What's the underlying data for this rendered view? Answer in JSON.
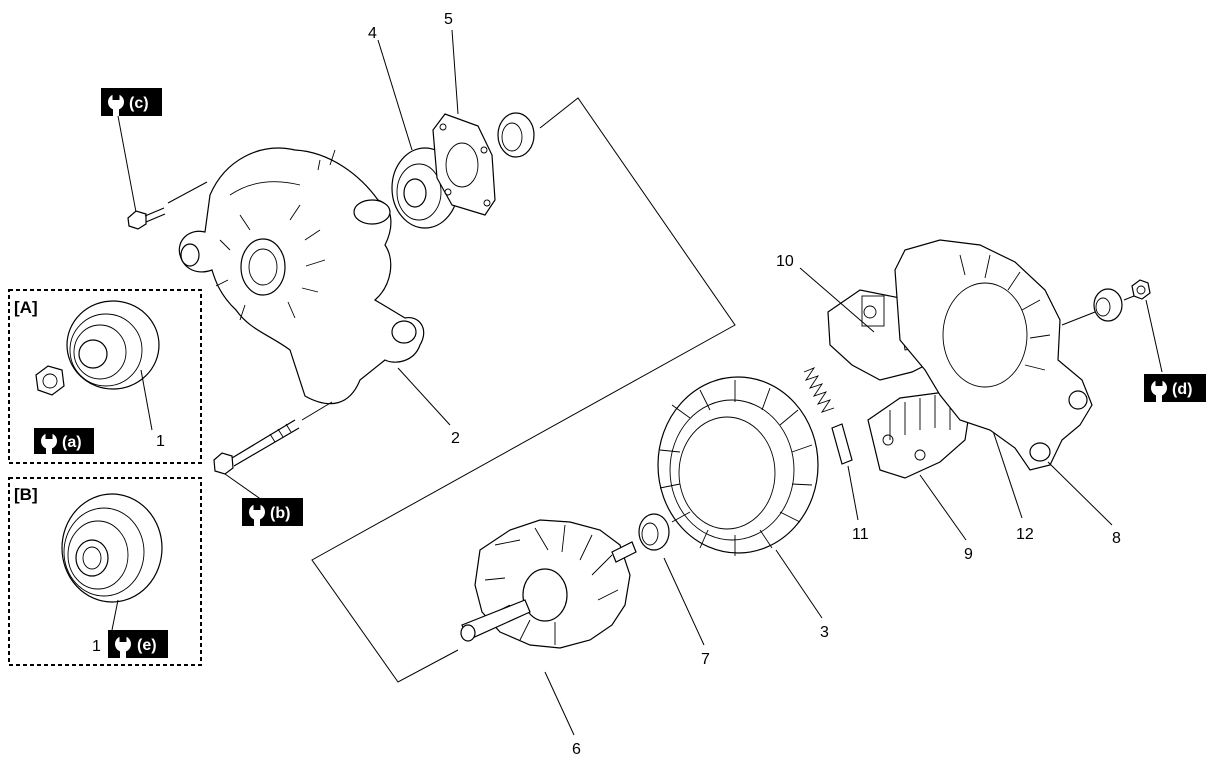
{
  "callouts": {
    "p1a": "1",
    "p1b": "1",
    "p2": "2",
    "p3": "3",
    "p4": "4",
    "p5": "5",
    "p6": "6",
    "p7": "7",
    "p8": "8",
    "p9": "9",
    "p10": "10",
    "p11": "11",
    "p12": "12"
  },
  "groups": {
    "a": "[A]",
    "b": "[B]"
  },
  "torque_labels": {
    "a": "(a)",
    "b": "(b)",
    "c": "(c)",
    "d": "(d)",
    "e": "(e)"
  },
  "icons": {
    "torque": "wrench-icon"
  }
}
